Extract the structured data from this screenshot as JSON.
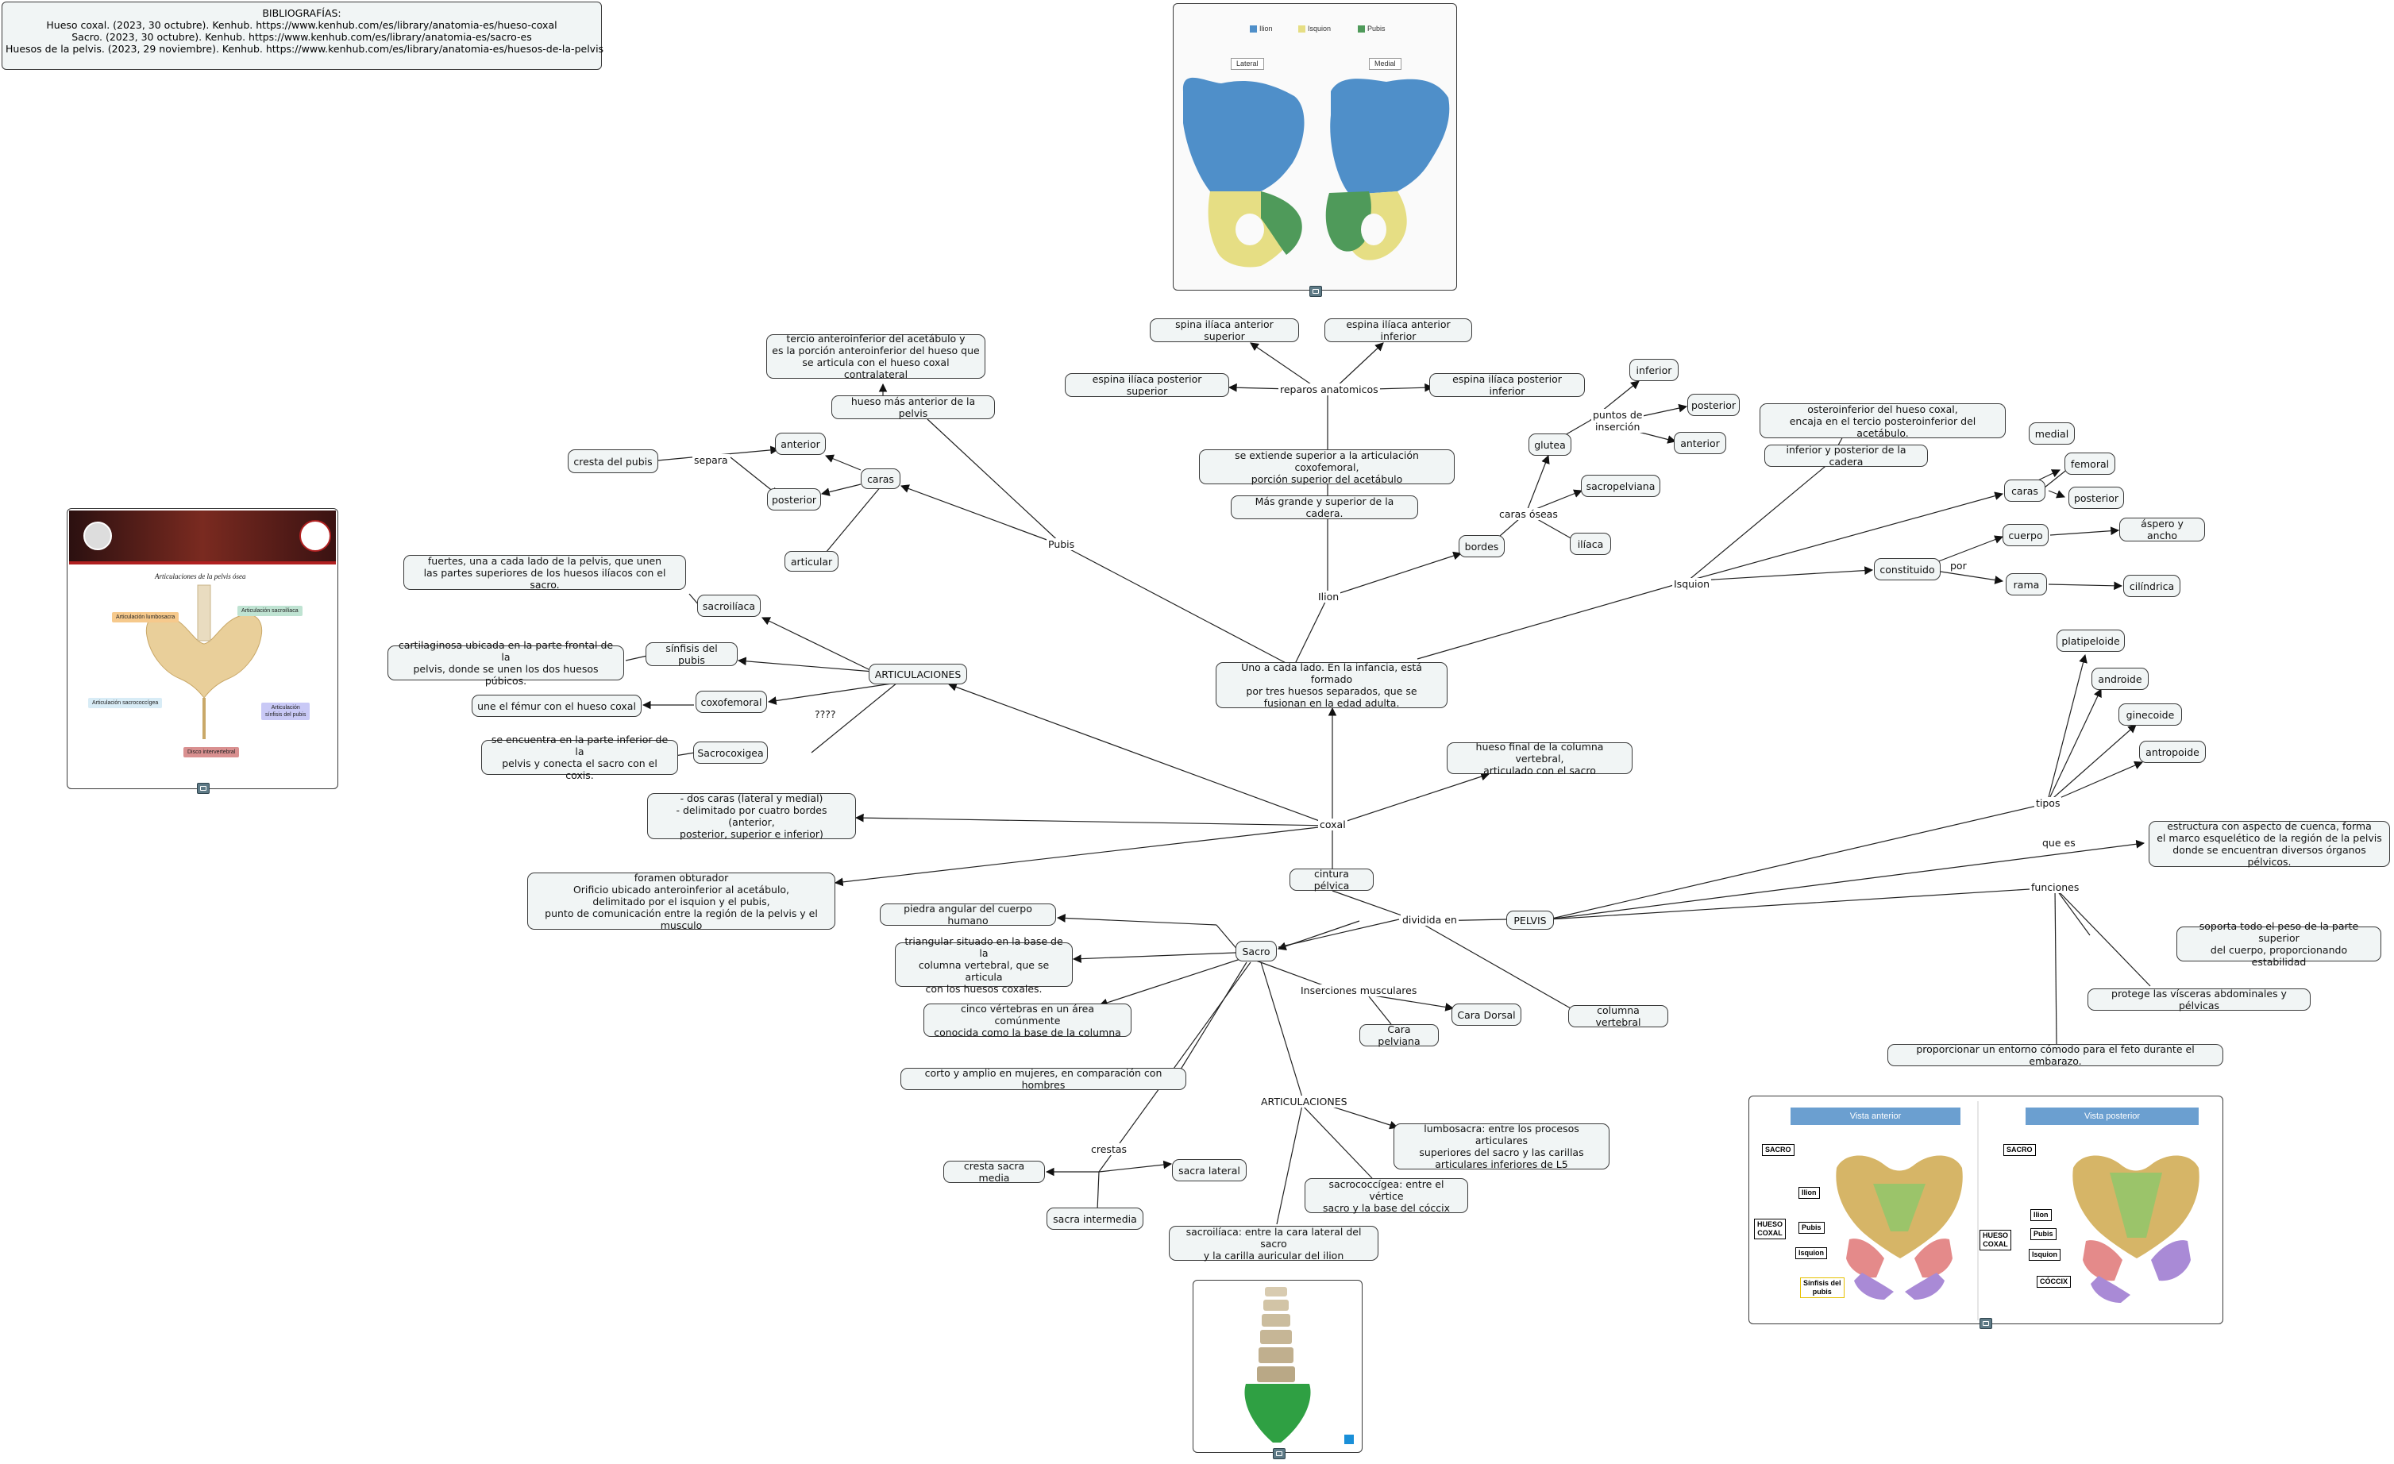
{
  "bibliography": {
    "title": "BIBLIOGRAFÍAS:",
    "lines": [
      "Hueso coxal. (2023, 30 octubre). Kenhub. https://www.kenhub.com/es/library/anatomia-es/hueso-coxal",
      "Sacro. (2023, 30 octubre). Kenhub. https://www.kenhub.com/es/library/anatomia-es/sacro-es",
      "Huesos de la pelvis. (2023, 29 noviembre). Kenhub. https://www.kenhub.com/es/library/anatomia-es/huesos-de-la-pelvis"
    ]
  },
  "nodes": {
    "pelvis": "PELVIS",
    "pelvis_def": "estructura con aspecto de cuenca, forma\nel marco esquelético de la región de la pelvis\ndonde se encuentran diversos órganos pélvicos.",
    "pelvis_f1": "soporta todo el peso de la parte superior\ndel cuerpo, proporcionando estabilidad",
    "pelvis_f2": "protege las vísceras abdominales y pélvicas",
    "pelvis_f3": "proporcionar un entorno cómodo para el feto durante el embarazo.",
    "platipeloide": "platipeloide",
    "androide": "androide",
    "ginecoide": "ginecoide",
    "antropoide": "antropoide",
    "cintura": "cintura pélvica",
    "columna": "columna vertebral",
    "coxal_def": "Uno a cada lado. En la infancia, está formado\npor tres huesos separados, que se\nfusionan en la edad adulta.",
    "coxal_final": "hueso final de la columna vertebral,\narticulado con el sacro",
    "coxal_caras": "- dos caras  (lateral y medial)\n- delimitado por cuatro bordes (anterior,\nposterior, superior e inferior)",
    "foramen": "foramen obturador\nOrificio ubicado anteroinferior al acetábulo,\ndelimitado por el isquion y el pubis,\npunto de comunicación entre la región de la pelvis y el musculo",
    "ilion_ext": "se extiende superior a la articulación coxofemoral,\nporción superior del acetábulo",
    "ilion_grande": "Más grande y superior de la cadera.",
    "eias": "spina ilíaca anterior superior",
    "eiai": "espina ilíaca anterior inferior",
    "eips": "espina ilíaca posterior superior",
    "eipi": "espina ilíaca posterior inferior",
    "bordes": "bordes",
    "glutea": "glutea",
    "sacropelviana": "sacropelviana",
    "iliaca": "ilíaca",
    "inferior": "inferior",
    "posterior_g": "posterior",
    "anterior_g": "anterior",
    "isq_def": "osteroinferior del hueso coxal,\nencaja en el tercio posteroinferior del acetábulo.",
    "isq_inf": "inferior y posterior de la cadera",
    "isq_caras": "caras",
    "medial": "medial",
    "femoral": "femoral",
    "isq_post": "posterior",
    "constituido": "constituido",
    "cuerpo": "cuerpo",
    "rama": "rama",
    "aspero": "áspero y ancho",
    "cilindrica": "cilíndrica",
    "pubis_tercio": "tercio anteroinferior del acetábulo y\nes la porción anteroinferior del hueso que\nse articula con el hueso coxal contralateral",
    "pubis_ant": "hueso más anterior de la pelvis",
    "pubis_caras": "caras",
    "pubis_anterior": "anterior",
    "pubis_posterior": "posterior",
    "articular": "articular",
    "cresta_pubis": "cresta del pubis",
    "articulaciones": "ARTICULACIONES",
    "sacroiliaca": "sacroilíaca",
    "sacroiliaca_def": "fuertes, una a cada lado de la pelvis, que unen\nlas partes superiores de los huesos ilíacos con el sacro.",
    "sinfisis": "sínfisis del pubis",
    "sinfisis_def": "cartilaginosa ubicada en la parte frontal de la\npelvis, donde se unen los dos huesos púbicos.",
    "coxofemoral": "coxofemoral",
    "coxofemoral_def": "une el fémur con el hueso coxal",
    "sacrococ": "Sacrocoxigea",
    "sacrococ_def": "se encuentra en la parte inferior de la\npelvis y conecta el sacro con el coxis.",
    "sacro": "Sacro",
    "sacro_piedra": "piedra angular del cuerpo humano",
    "sacro_tri": "triangular situado en la base de la\ncolumna vertebral, que se articula\ncon los huesos coxales.",
    "sacro_cinco": "cinco vértebras en un área comúnmente\nconocida como la base de la columna",
    "sacro_corto": "corto y amplio en mujeres, en comparación con hombres",
    "cresta_media": "cresta sacra media",
    "sacra_lateral": "sacra lateral",
    "sacra_inter": "sacra intermedia",
    "cara_dorsal": "Cara Dorsal",
    "cara_pelviana": "Cara pelviana",
    "lumbosacra": "lumbosacra: entre los procesos articulares\nsuperiores del sacro y las carillas\narticulares inferiores de L5",
    "sacrococ2": "sacrococcígea: entre el vértice\nsacro y la base del cóccix",
    "sacroil2": "sacroilíaca: entre la cara lateral del sacro\ny la carilla auricular del ilion"
  },
  "labels": {
    "que_es": "que es",
    "funciones": "funciones",
    "tipos": "tipos",
    "dividida": "dividida en",
    "coxal": "coxal",
    "ilion": "Ilion",
    "reparos": "reparos anatomicos",
    "caras_oseas": "caras óseas",
    "puntos": "puntos de\ninserción",
    "isquion": "Isquion",
    "por": "por",
    "pubis": "Pubis",
    "separa": "separa",
    "q": "????",
    "inserciones": "Inserciones musculares",
    "articulaciones2": "ARTICULACIONES",
    "crestas": "crestas"
  },
  "image_top": {
    "legend": [
      "Ilion",
      "Isquion",
      "Pubis"
    ],
    "view_left": "Lateral",
    "view_right": "Medial",
    "colors": {
      "ilion": "#4f8fc9",
      "isquion": "#e6de84",
      "pubis": "#4f9a5a"
    }
  },
  "image_left": {
    "title": "Articulaciones de la pelvis ósea",
    "tags": [
      "Articulación lumbosacra",
      "Articulación sacroilíaca",
      "Articulación sacrococcígea",
      "Articulación\nsínfisis del pubis",
      "Disco intervertebral"
    ]
  },
  "image_right": {
    "view_anterior": "Vista  anterior",
    "view_posterior": "Vista  posterior",
    "sacro": "SACRO",
    "hueso_coxal": "HUESO\nCOXAL",
    "ilion": "Ilion",
    "pubis": "Pubis",
    "isquion": "Isquion",
    "sinfisis": "Sínfisis del\npubis",
    "coccix": "CÓCCIX"
  }
}
